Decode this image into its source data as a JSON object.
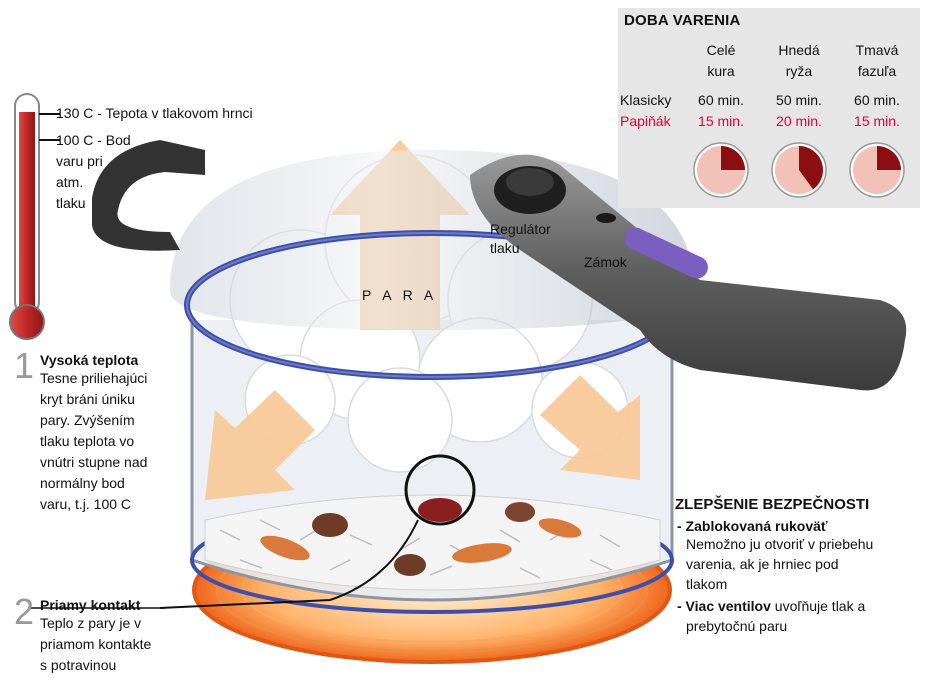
{
  "thermometer": {
    "label_top": "130 C - Tepota v tlakovom hrnci",
    "label_mid": [
      "100 C - Bod",
      "varu pri",
      "atm.",
      "tlaku"
    ]
  },
  "pot": {
    "steam_label": "P A R A",
    "regulator_label": [
      "Regulátor",
      "tlaku"
    ],
    "lock_label": "Zámok"
  },
  "cooking_times": {
    "title": "DOBA VARENIA",
    "columns": [
      [
        "Celé",
        "kura"
      ],
      [
        "Hnedá",
        "ryža"
      ],
      [
        "Tmavá",
        "fazuľa"
      ]
    ],
    "rows": [
      {
        "label": "Klasicky",
        "values": [
          "60 min.",
          "50 min.",
          "60 min."
        ],
        "color": "#111111"
      },
      {
        "label": "Papiňák",
        "values": [
          "15 min.",
          "20 min.",
          "15 min."
        ],
        "color": "#e8002a"
      }
    ],
    "clock_fraction": [
      0.25,
      0.4,
      0.25
    ]
  },
  "callout1": {
    "number": "1",
    "heading": "Vysoká teplota",
    "text": [
      "Tesne priliehajúci",
      "kryt bráni úniku",
      "pary. Zvýšením",
      "tlaku teplota vo",
      "vnútri stupne nad",
      "normálny bod",
      "varu, t.j. 100 C"
    ]
  },
  "callout2": {
    "number": "2",
    "heading": "Priamy kontakt",
    "text": [
      "Teplo z pary je v",
      "priamom kontakte",
      "s potravinou"
    ]
  },
  "safety": {
    "title": "ZLEPŠENIE BEZPEČNOSTI",
    "item1_heading": "- Zablokovaná rukoväť",
    "item1_text": [
      "Nemožno ju otvoriť v priebehu",
      "varenia, ak je hrniec pod",
      "tlakom"
    ],
    "item2_heading": "- Viac ventilov",
    "item2_text_inline": " uvoľňuje tlak a",
    "item2_text": [
      "prebytočnú paru"
    ]
  },
  "colors": {
    "thermometer_red": "#c0282a",
    "pot_rim": "#3d4fa8",
    "arrow": "#f8c99a",
    "burner": "#f27a2a",
    "accent_red": "#e8002a",
    "handle": "#5a5a5a",
    "lock_slider": "#7a5ec0"
  }
}
